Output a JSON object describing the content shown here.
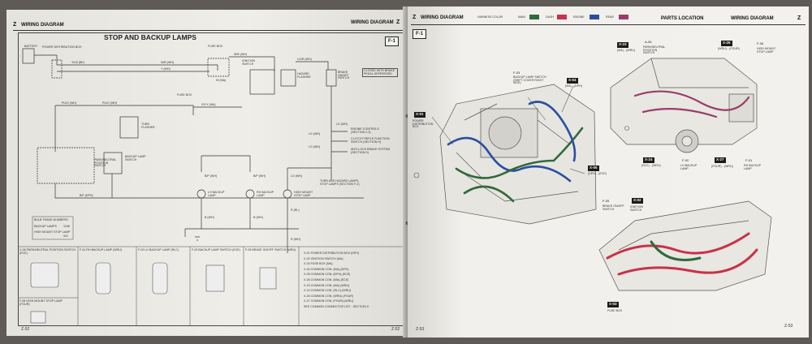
{
  "left": {
    "header_section": "WIRING DIAGRAM",
    "header_right": "WIRING DIAGRAM",
    "header_z_left": "Z",
    "header_z_right": "Z",
    "title": "STOP AND BACKUP LAMPS",
    "section_box": "F-1",
    "labels": {
      "battery": "BATTERY",
      "pdb": "POWER DISTRIBUTION BOX",
      "fuse_box_top": "FUSE BOX",
      "ignition_switch": "IGNITION SWITCH",
      "hazard_flasher": "HAZARD FLASHER",
      "brake_onoff": "BRAKE ON/OFF SWITCH",
      "closed_note": "CLOSED WITH BRAKE PEDAL DEPRESSED",
      "fuse_box_mid": "FUSE BOX",
      "turn_flasher": "TURN FLASHER",
      "park_neutral": "PARK/NEUTRAL POSITION SWITCH",
      "backup_lamp_switch": "BACKUP LAMP SWITCH",
      "engine_controls": "ENGINE CONTROLS (SECTION 2-3)",
      "clutch_triple": "CLUTCH TRIPLE FUNCTION SWITCH (SECTION H)",
      "antilock": "ANTI-LOCK BRAKE SYSTEM (SECTION D)",
      "turn_hazard": "TURN AND HAZARD LAMPS, STOP LAMPS (SECTION F-2)",
      "lh_backup": "LH BACKUP LAMP",
      "rh_backup": "RH BACKUP LAMP",
      "high_mount": "HIGH MOUNT STOP LAMP",
      "bulb_title": "BULB TRADE NUMBERS:",
      "bulb_backup": "BACKUP LAMPS",
      "bulb_backup_no": "1156",
      "bulb_high": "HIGH MOUNT STOP LAMP",
      "bulb_high_no": "921"
    },
    "wire_labels": [
      "W/B (WH)",
      "Y (WH)",
      "Y/LB (BK)",
      "W (MA)",
      "W/B (WH)",
      "LG/R (WH)",
      "PU/O (WH)",
      "PU/O (WH)",
      "GY/Y (WA)",
      "B/P (DPH)",
      "LG (WH)",
      "LG (WH)",
      "LG (WH)",
      "B/P (WH)",
      "B/P (WH)",
      "B (WH)",
      "B (WH)",
      "LG (WH)",
      "R (RL)",
      "R (WH)"
    ],
    "connectors": [
      {
        "title": "X-06  PARK/NEUTRAL POSITION SWITCH (ECE)"
      },
      {
        "title": "F-01  RH BACKUP LAMP (WRU)"
      },
      {
        "title": "F-02  LH BACKUP LAMP (RLC)"
      },
      {
        "title": "F-03  BACKUP LAMP SWITCH (ECE)"
      },
      {
        "title": "F-05  BRAKE ON/OFF SWITCH (WRU)"
      },
      {
        "title": "F-06  HIGH MOUNT STOP LAMP (FOUR)"
      }
    ],
    "connector_list": [
      "X-01  POWER DISTRIBUTION BOX (DPH)",
      "X-02  IGNITION SWITCH (MA)",
      "X-03  FUSE BOX (MA)",
      "X-04  COMMON CON. (MA)-(DPH)",
      "X-05  COMMON CON. (DPH)-(ECE)",
      "X-06  COMMON CON. (WA)-(ECE)",
      "X-23  COMMON CON. (MA)-(WRU)",
      "X-24  COMMON CON. (RLC)-(WRU)",
      "X-26  COMMON CON. (WRU)-(FOUR)",
      "X-27  COMMON CON. (FOUR)-(WRU)",
      "SEE COMMON CONNECTOR LIST - SECTION X"
    ],
    "page_left": "Z-52",
    "page_right": "Z-52"
  },
  "right": {
    "header_z": "Z",
    "header_section": "WIRING DIAGRAM",
    "header_parts": "PARTS LOCATION",
    "header_section_right": "WIRING DIAGRAM",
    "header_z_right": "Z",
    "harness_color": "HARNESS COLOR",
    "legend": [
      "MAIN",
      "DASH",
      "ENGINE",
      "REAR"
    ],
    "section_box": "F-1",
    "callouts": {
      "f03_title": "F-03",
      "f03_desc": "BACKUP LAMP SWITCH (SHIFT COVER RIGHT SIDE)",
      "x04": "X-04",
      "x04_desc": "(MA) - (DPH)",
      "x01": "X-01",
      "x01_desc": "POWER DISTRIBUTION BOX",
      "x05": "X-05",
      "x05_desc": "(DPH) - (ECE)",
      "x23": "X-23",
      "x23_desc": "(MA) - (WRU)",
      "a06": "A-06",
      "a06_desc": "PARK/NEUTRAL POSITION SWITCH",
      "x26": "X-26",
      "x26_desc": "(WRU) - (FOUR)",
      "f06": "F-06",
      "f06_desc": "HIGH MOUNT STOP LAMP",
      "x24": "X-24",
      "x24_desc": "(RLC) - (WRU)",
      "f02": "F-02",
      "f02_desc": "LH BACKUP LAMP",
      "x27": "X-27",
      "x27_desc": "(FOUR) - (WRU)",
      "f01": "F-01",
      "f01_desc": "RH BACKUP LAMP",
      "f05": "F-05",
      "f05_desc": "BRAKE ON/OFF SWITCH",
      "x02": "X-02",
      "x02_desc": "IGNITION SWITCH",
      "x03": "X-03",
      "x03_desc": "FUSE BOX"
    },
    "page_left": "Z-53",
    "page_right": "Z-53"
  },
  "colors": {
    "main_harness": "#2f6a3a",
    "dash_harness": "#c8324a",
    "engine_harness": "#2a4fa0",
    "rear_harness": "#9a3c6a"
  }
}
